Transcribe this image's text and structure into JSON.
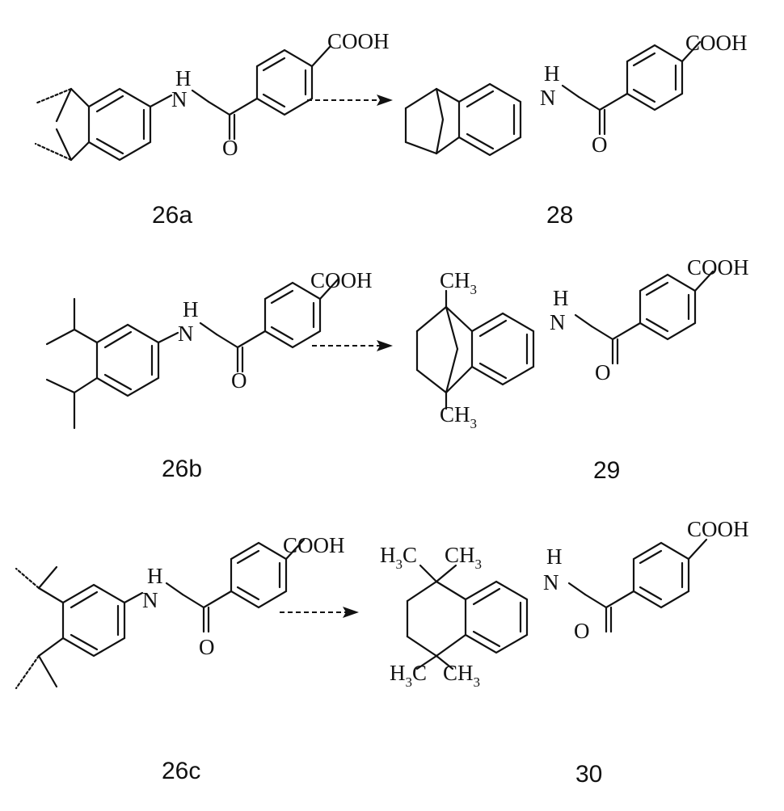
{
  "compounds": [
    {
      "label": "26a"
    },
    {
      "label": "28"
    },
    {
      "label": "26b"
    },
    {
      "label": "29"
    },
    {
      "label": "26c"
    },
    {
      "label": "30"
    }
  ],
  "atoms": {
    "acid": "COOH",
    "h": "H",
    "n": "N",
    "o": "O",
    "ch": "CH",
    "h3c": "H",
    "c": "C",
    "three": "3"
  }
}
